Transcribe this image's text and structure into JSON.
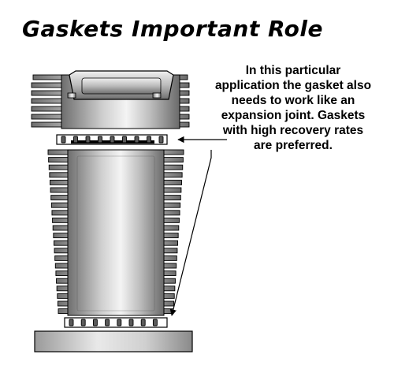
{
  "title": "Gaskets Important Role",
  "note": {
    "lines": [
      "In this particular",
      "application the gasket also",
      "needs to work like an",
      "expansion joint. Gaskets",
      "with high recovery rates",
      "are preferred."
    ]
  },
  "colors": {
    "metal_dark": "#6e6e6e",
    "metal_light": "#f4f4f4",
    "outline": "#000000",
    "gasket_bead": "#5a5a5a"
  }
}
